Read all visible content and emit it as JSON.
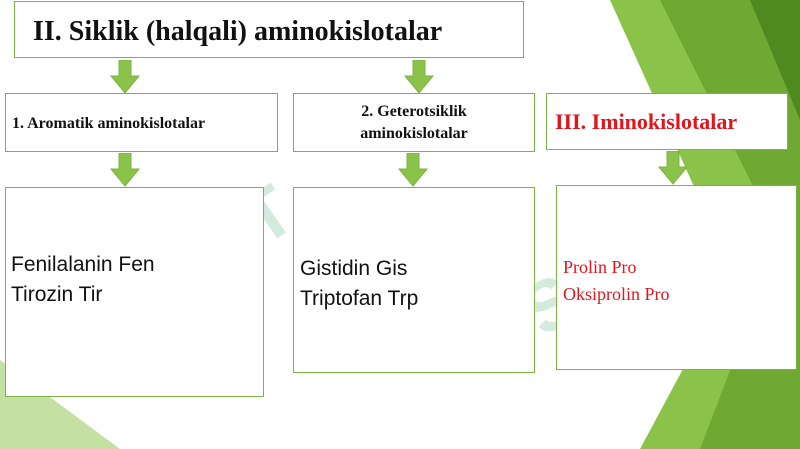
{
  "title": "II. Siklik (halqali) aminokislotalar",
  "columns": [
    {
      "header_lines": [
        "1. Aromatik aminokislotalar"
      ],
      "items": [
        "Fenilalanin Fen",
        "Tirozin Tir"
      ]
    },
    {
      "header_lines": [
        "2. Geterotsiklik",
        "aminokislotalar"
      ],
      "items": [
        "Gistidin Gis",
        "Triptofan Trp"
      ]
    },
    {
      "header_lines": [
        "III. Iminokislotalar"
      ],
      "items": [
        "Prolin Pro",
        "Oksiprolin Pro"
      ]
    }
  ],
  "watermark": "SOFT",
  "colors": {
    "accent_green": "#7cb342",
    "arrow_green": "#8bc34a",
    "highlight_red": "#e0161e"
  }
}
